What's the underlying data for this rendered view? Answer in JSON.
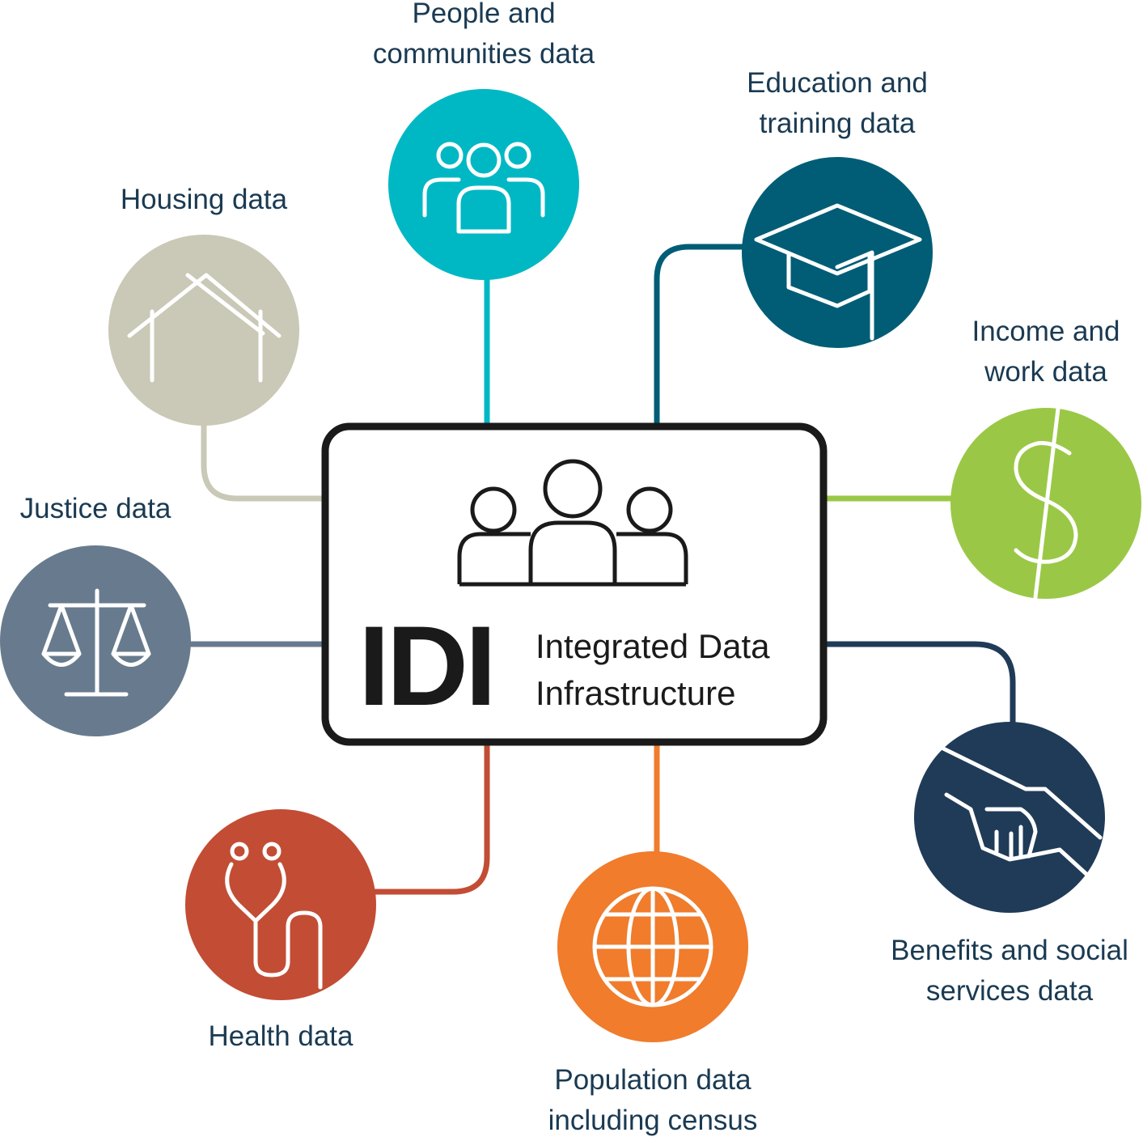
{
  "hub": {
    "abbreviation": "IDI",
    "name_line1": "Integrated Data",
    "name_line2": "Infrastructure",
    "icon": "people-group-icon"
  },
  "nodes": [
    {
      "id": "people",
      "lines": [
        "People and",
        "communities data"
      ],
      "color": "#00b8c4",
      "icon": "people-icon"
    },
    {
      "id": "education",
      "lines": [
        "Education and",
        "training data"
      ],
      "color": "#005d75",
      "icon": "graduation-cap-icon"
    },
    {
      "id": "income",
      "lines": [
        "Income and",
        "work data"
      ],
      "color": "#9ac846",
      "icon": "dollar-icon"
    },
    {
      "id": "benefits",
      "lines": [
        "Benefits and social",
        "services data"
      ],
      "color": "#1f3b57",
      "icon": "handshake-icon"
    },
    {
      "id": "population",
      "lines": [
        "Population data",
        "including census"
      ],
      "color": "#f07c2c",
      "icon": "globe-icon"
    },
    {
      "id": "health",
      "lines": [
        "Health data"
      ],
      "color": "#c24d34",
      "icon": "stethoscope-icon"
    },
    {
      "id": "justice",
      "lines": [
        "Justice data"
      ],
      "color": "#687b8e",
      "icon": "scales-icon"
    },
    {
      "id": "housing",
      "lines": [
        "Housing data"
      ],
      "color": "#cac8b6",
      "icon": "house-icon"
    }
  ]
}
